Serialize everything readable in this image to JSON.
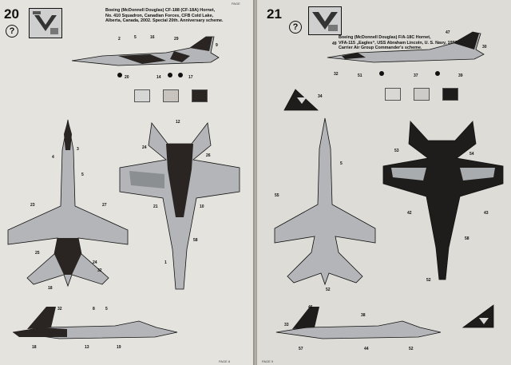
{
  "pages": {
    "left": {
      "step": "20",
      "question_mark": "?",
      "description": [
        "Boeing (McDonnell Douglas) CF-188 (CF-18A) Hornet,",
        "No. 410 Squadron, Canadian Forces, CFB Cold Lake,",
        "Alberta, Canada, 2002. Special 20th. Anniversary scheme."
      ],
      "swatch_colors": [
        "#d6d6d4",
        "#c9c3bd",
        "#2a2523"
      ],
      "page_label": "PAGE 8"
    },
    "right": {
      "step": "21",
      "question_mark": "?",
      "description": [
        "Boeing (McDonnell Douglas) F/A-18C Hornet,",
        "VFA-115 „Eagles“, USS Abraham Lincoln, U. S. Navy, 1997.",
        "Carrier Air Group Commander's scheme."
      ],
      "swatch_colors": [
        "#d9d8d4",
        "#cdccc8",
        "#1f1d1c"
      ],
      "page_label": "PAGE 9"
    }
  },
  "colors": {
    "paper": "#e4e3de",
    "ink": "#111111",
    "grey_camo": "#a9acaf",
    "dark_scheme": "#25221f"
  }
}
